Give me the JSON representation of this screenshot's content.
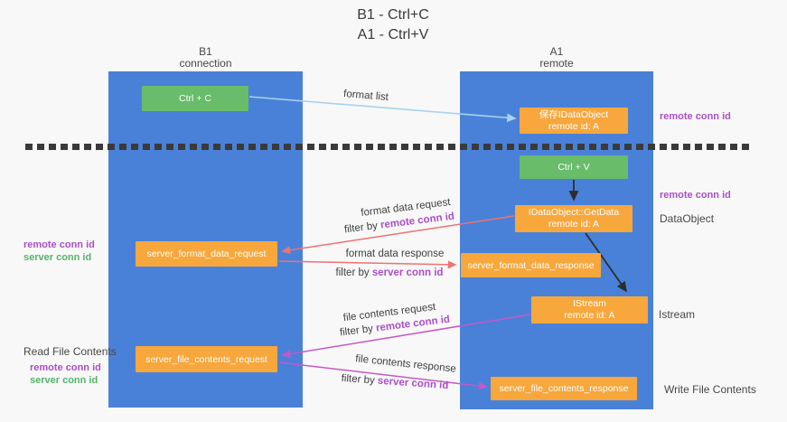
{
  "title": {
    "line1": "B1 - Ctrl+C",
    "line2": "A1 - Ctrl+V"
  },
  "colors": {
    "lane_blue": "#4a81d8",
    "box_green": "#68bc6a",
    "box_orange": "#f7a73c",
    "arrow_blue": "#a8d2ee",
    "arrow_black": "#2d2d2d",
    "arrow_red": "#ed7272",
    "arrow_magenta": "#c757c7",
    "text_purple": "#ab4fc8",
    "text_green": "#55b36a"
  },
  "lanes": {
    "b1": {
      "name": "B1",
      "role": "connection"
    },
    "a1": {
      "name": "A1",
      "role": "remote"
    }
  },
  "nodes": {
    "ctrl_c": {
      "label": "Ctrl + C"
    },
    "ctrl_v": {
      "label": "Ctrl + V"
    },
    "save_dataobject": {
      "line1": "保存IDataObject",
      "line2": "remote id: A"
    },
    "getdata": {
      "line1": "IDataObject::GetData",
      "line2": "remote id: A"
    },
    "istream": {
      "line1": "IStream",
      "line2": "remote id: A"
    },
    "format_request": {
      "label": "server_format_data_request"
    },
    "format_response": {
      "label": "server_format_data_response"
    },
    "file_request": {
      "label": "server_file_contents_request"
    },
    "file_response": {
      "label": "server_file_contents_response"
    }
  },
  "labels": {
    "format_list": "format list",
    "format_data_request": "format data request",
    "format_data_response": "format data response",
    "file_contents_request": "file contents request",
    "file_contents_response": "file contents response",
    "filter_by": "filter by",
    "remote_conn_id": "remote conn id",
    "server_conn_id": "server conn id",
    "dataobject": "DataObject",
    "istream_side": "Istream",
    "read_file_contents": "Read File Contents",
    "write_file_contents": "Write File Contents"
  }
}
